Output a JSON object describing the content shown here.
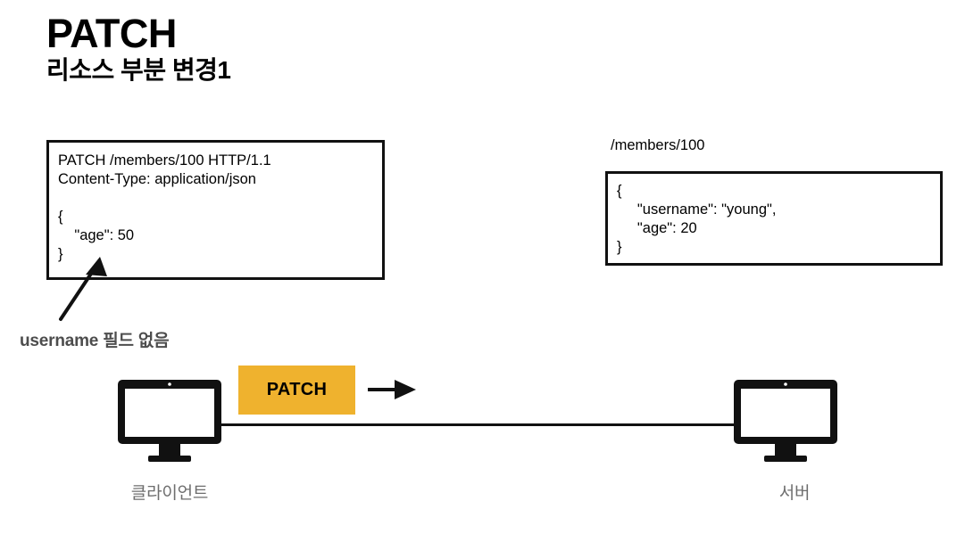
{
  "heading": {
    "title": "PATCH",
    "subtitle": "리소스 부분 변경1"
  },
  "request": {
    "box_label": "http-request-message",
    "text": "PATCH /members/100 HTTP/1.1\nContent-Type: application/json\n\n{\n    \"age\": 50\n}"
  },
  "resource": {
    "path": "/members/100",
    "text": "{\n     \"username\": \"young\",\n     \"age\": 20\n}"
  },
  "annotation": {
    "label": "username 필드 없음",
    "color": "#4d4d4d"
  },
  "transfer": {
    "method": "PATCH",
    "badge_color": "#efb22e",
    "arrow_direction": "right"
  },
  "nodes": {
    "client_label": "클라이언트",
    "server_label": "서버",
    "label_color": "#6e6e6e"
  },
  "colors": {
    "ink": "#111111",
    "background": "#ffffff",
    "accent": "#efb22e"
  }
}
